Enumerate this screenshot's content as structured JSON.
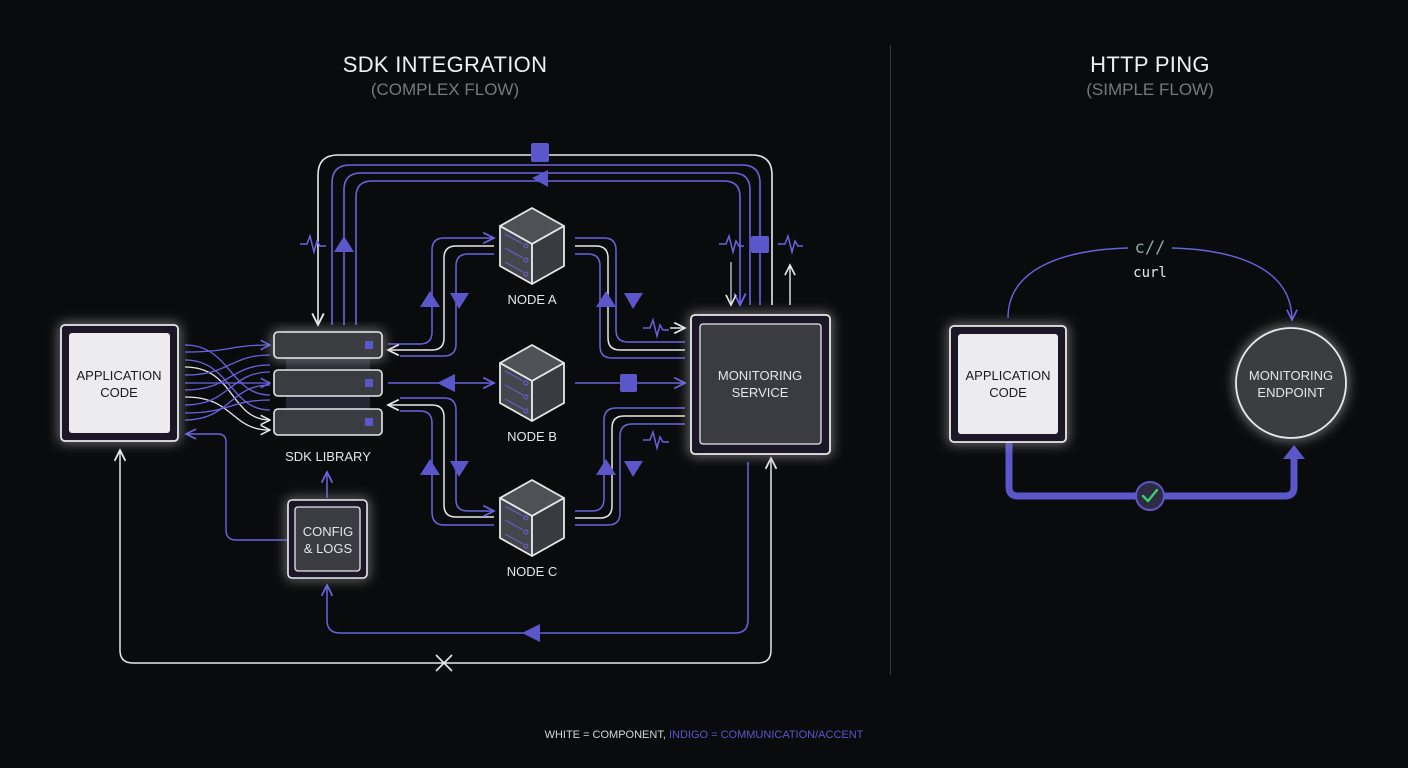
{
  "left_panel": {
    "title": "SDK INTEGRATION",
    "subtitle": "(COMPLEX FLOW)",
    "components": {
      "app_code": [
        "APPLICATION",
        "CODE"
      ],
      "sdk_library": "SDK LIBRARY",
      "config_logs": [
        "CONFIG",
        "& LOGS"
      ],
      "node_a": "NODE A",
      "node_b": "NODE B",
      "node_c": "NODE C",
      "monitoring_service": [
        "MONITORING",
        "SERVICE"
      ]
    }
  },
  "right_panel": {
    "title": "HTTP PING",
    "subtitle": "(SIMPLE FLOW)",
    "components": {
      "app_code": [
        "APPLICATION",
        "CODE"
      ],
      "monitoring_endpoint": [
        "MONITORING",
        "ENDPOINT"
      ]
    },
    "curl_icon": "c//",
    "curl_label": "curl",
    "status_icon": "check-icon"
  },
  "legend": {
    "white_text": "WHITE = COMPONENT,",
    "indigo_text": "INDIGO = COMMUNICATION/ACCENT"
  },
  "colors": {
    "background": "#0a0b0d",
    "white": "#e8e8ec",
    "indigo": "#5b56c9",
    "indigo_bright": "#6a63e0",
    "box_dark": "#3c3d41",
    "success": "#3ecf6a"
  }
}
